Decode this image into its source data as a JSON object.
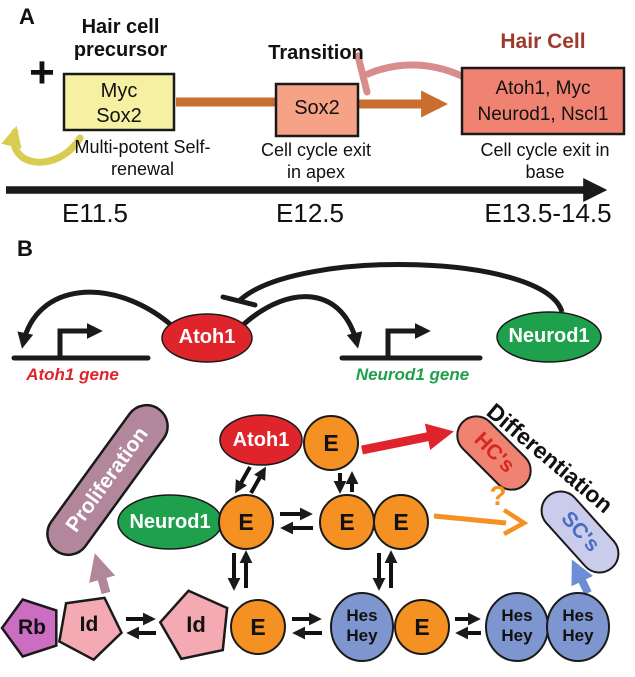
{
  "panelA": {
    "label": "A",
    "plus": "+",
    "precursor": {
      "title": "Hair cell precursor",
      "myc": "Myc",
      "sox2": "Sox2",
      "caption": "Multi-potent Self-renewal"
    },
    "transition": {
      "title": "Transition",
      "sox2": "Sox2",
      "caption": "Cell cycle exit in apex"
    },
    "hair_cell": {
      "title": "Hair Cell",
      "line1": "Atoh1, Myc",
      "line2": "Neurod1, Nscl1",
      "caption": "Cell cycle exit in base"
    },
    "timeline": {
      "e1": "E11.5",
      "e2": "E12.5",
      "e3": "E13.5-14.5"
    }
  },
  "panelB": {
    "label": "B",
    "circuit": {
      "atoh1": "Atoh1",
      "neurod1": "Neurod1",
      "atoh1_gene": "Atoh1 gene",
      "neurod1_gene": "Neurod1 gene"
    },
    "network": {
      "proliferation": "Proliferation",
      "differentiation": "Differentiation",
      "hcs": "HC's",
      "scs": "SC's",
      "atoh1": "Atoh1",
      "neurod1": "Neurod1",
      "e": "E",
      "rb": "Rb",
      "id": "Id",
      "hes": "Hes",
      "hey": "Hey",
      "question": "?"
    }
  },
  "colors": {
    "precursor_box": "#f6f0a3",
    "transition_box": "#f5a287",
    "hair_cell_box": "#f08272",
    "hair_cell_title": "#9e3a2b",
    "orange_arrow": "#c96e2e",
    "yellow_arrow": "#d8cd52",
    "pink_inhibitor": "#d98c8c",
    "atoh1": "#e0242b",
    "neurod1": "#1fa04c",
    "e_protein": "#f59122",
    "rb": "#cb6ec1",
    "id": "#f3aab3",
    "hes_hey": "#7e96cf",
    "proliferation_pill": "#b3879b",
    "hcs_pill": "#f08272",
    "hcs_text": "#d6281e",
    "scs_pill": "#caccec",
    "scs_text": "#4a6cc3",
    "blue_arrow": "#6b8ed6"
  }
}
